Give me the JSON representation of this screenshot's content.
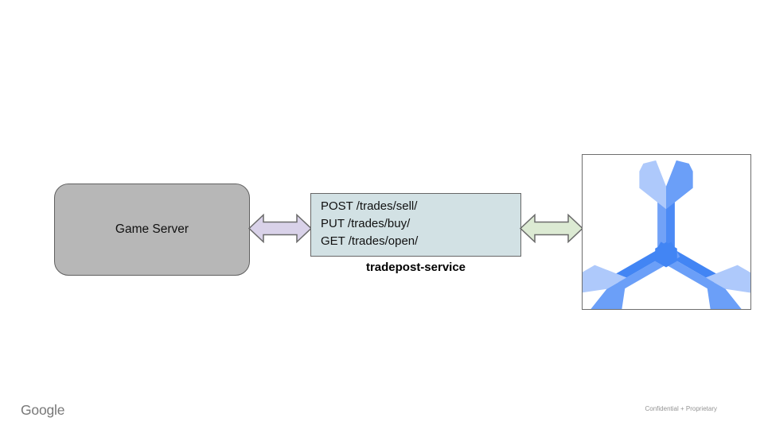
{
  "slide": {
    "background": "#ffffff",
    "nodes": {
      "game_server": {
        "label": "Game Server",
        "fill": "#b7b7b7",
        "border": "#606060"
      },
      "service": {
        "endpoints": [
          "POST /trades/sell/",
          "PUT /trades/buy/",
          "GET /trades/open/"
        ],
        "label": "tradepost-service",
        "fill": "#d2e1e4",
        "border": "#676767"
      },
      "agones_box": {
        "icon": "agones-wrench-logo",
        "fill": "#ffffff",
        "border": "#6e6e6e"
      }
    },
    "connectors": {
      "left_arrow": {
        "type": "double-headed-arrow",
        "fill": "#d9d2e9",
        "border": "#6a6a6a"
      },
      "right_arrow": {
        "type": "double-headed-arrow",
        "fill": "#dcead3",
        "border": "#6a6a6a"
      }
    },
    "logo_colors": {
      "light": "#aec9fb",
      "medium": "#6b9ff8",
      "shaft_left": "#72a2f7",
      "shaft_right": "#4c8af5",
      "dark": "#4285f4"
    }
  },
  "footer": {
    "brand": "Google",
    "note": "Confidential + Proprietary"
  }
}
